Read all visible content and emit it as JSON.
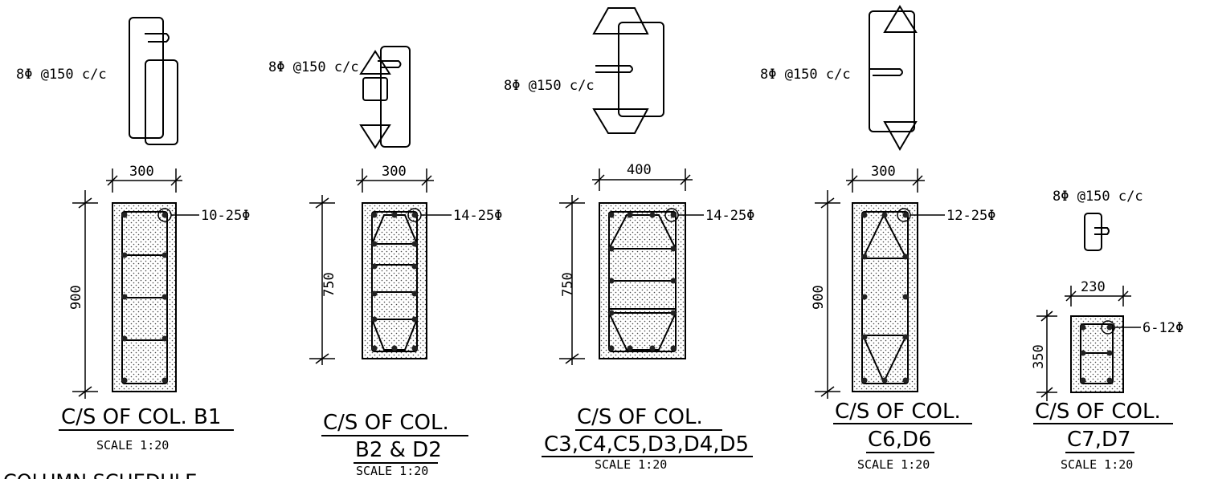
{
  "page": {
    "partial_heading": "COLUMN SCHEDULE"
  },
  "sections": [
    {
      "id": "b1",
      "tie_spec": "8Φ @150 c/c",
      "width": "300",
      "depth": "900",
      "bars": "10-25Φ",
      "title": "C/S OF COL. B1",
      "scale": "SCALE 1:20"
    },
    {
      "id": "b2",
      "tie_spec": "8Φ @150 c/c",
      "width": "300",
      "depth": "750",
      "bars": "14-25Φ",
      "title_line1": "C/S OF COL.",
      "title_line2": "B2 & D2",
      "scale": "SCALE 1:20"
    },
    {
      "id": "c3",
      "tie_spec": "8Φ @150 c/c",
      "width": "400",
      "depth": "750",
      "bars": "14-25Φ",
      "title_line1": "C/S OF COL.",
      "title_line2": "C3,C4,C5,D3,D4,D5",
      "scale": "SCALE 1:20"
    },
    {
      "id": "c6",
      "tie_spec": "8Φ @150 c/c",
      "width": "300",
      "depth": "900",
      "bars": "12-25Φ",
      "title_line1": "C/S OF COL.",
      "title_line2": "C6,D6",
      "scale": "SCALE 1:20"
    },
    {
      "id": "c7",
      "tie_spec": "8Φ @150 c/c",
      "width": "230",
      "depth": "350",
      "bars": "6-12Φ",
      "title_line1": "C/S OF COL.",
      "title_line2": "C7,D7",
      "scale": "SCALE 1:20"
    }
  ]
}
